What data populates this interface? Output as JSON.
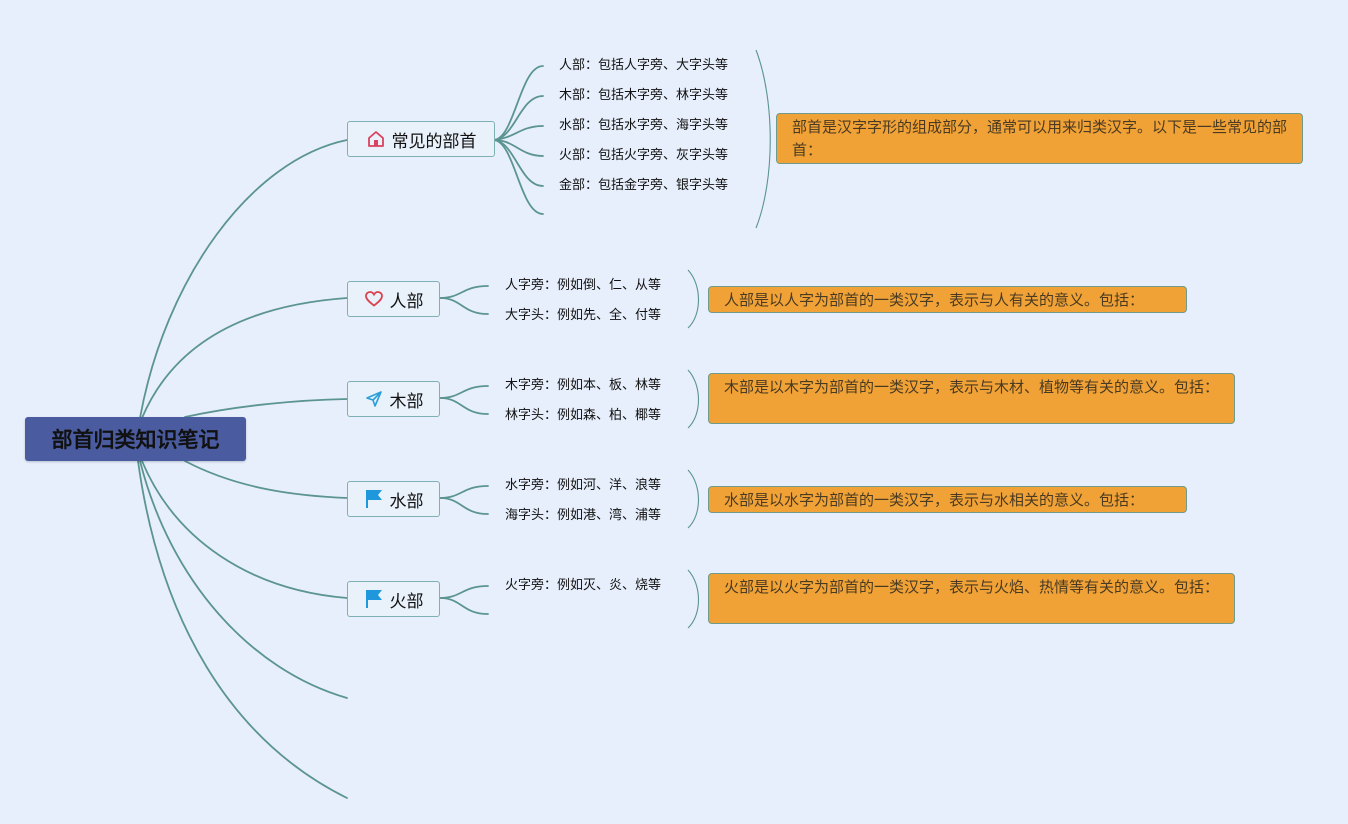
{
  "root": {
    "title": "部首归类知识笔记"
  },
  "topics": [
    {
      "label": "常见的部首",
      "icon": "house-icon",
      "children": [
        "人部：包括人字旁、大字头等",
        "木部：包括木字旁、林字头等",
        "水部：包括水字旁、海字头等",
        "火部：包括火字旁、灰字头等",
        "金部：包括金字旁、银字头等",
        ""
      ],
      "note": "部首是汉字字形的组成部分，通常可以用来归类汉字。以下是一些常见的部首："
    },
    {
      "label": "人部",
      "icon": "heart-icon",
      "children": [
        "人字旁：例如倒、仁、从等",
        "大字头：例如先、全、付等"
      ],
      "note": "人部是以人字为部首的一类汉字，表示与人有关的意义。包括："
    },
    {
      "label": "木部",
      "icon": "paper-plane-icon",
      "children": [
        "木字旁：例如本、板、林等",
        "林字头：例如森、柏、椰等"
      ],
      "note": "木部是以木字为部首的一类汉字，表示与木材、植物等有关的意义。包括："
    },
    {
      "label": "水部",
      "icon": "flag-icon",
      "children": [
        "水字旁：例如河、洋、浪等",
        "海字头：例如港、湾、浦等"
      ],
      "note": "水部是以水字为部首的一类汉字，表示与水相关的意义。包括："
    },
    {
      "label": "火部",
      "icon": "flag-icon",
      "children": [
        "火字旁：例如灭、炎、烧等",
        ""
      ],
      "note": "火部是以火字为部首的一类汉字，表示与火焰、热情等有关的意义。包括："
    }
  ],
  "colors": {
    "background": "#e7effc",
    "root_fill": "#4a5ba0",
    "connector": "#5b9490",
    "note_fill": "#f0a237",
    "house_icon": "#d9435e",
    "heart_icon": "#d9434e",
    "plane_icon": "#2a9fd8",
    "flag_icon": "#1f97dc"
  }
}
